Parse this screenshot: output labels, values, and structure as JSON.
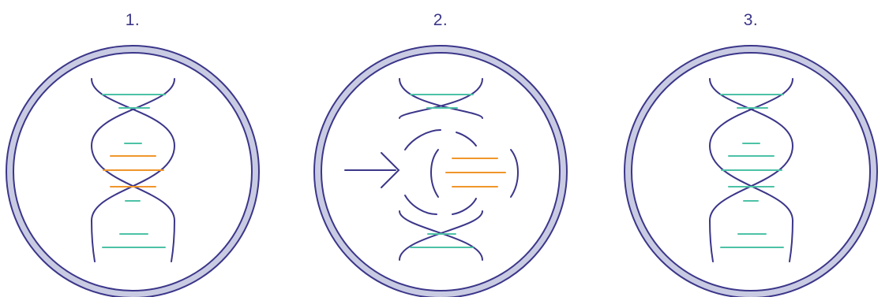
{
  "figure": {
    "panels": [
      {
        "label": "1."
      },
      {
        "label": "2."
      },
      {
        "label": "3."
      }
    ]
  },
  "colors": {
    "outline": "#3b3689",
    "ring_fill": "#c9cbe3",
    "base_pair_normal": "#4cc2a6",
    "base_pair_highlight": "#f0962a",
    "background": "#ffffff"
  }
}
